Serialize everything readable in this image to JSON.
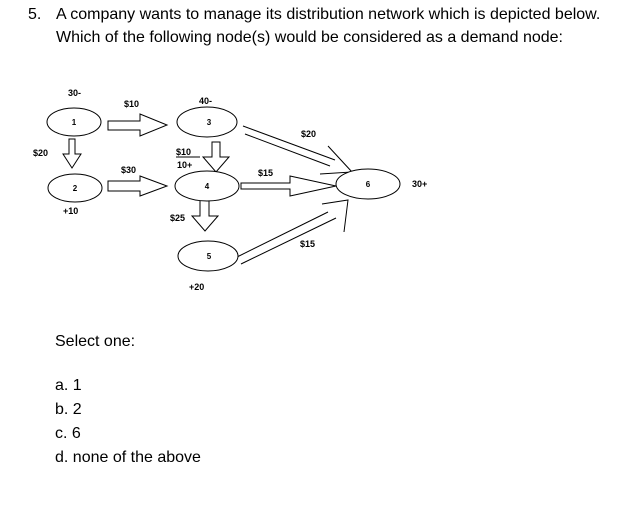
{
  "question": {
    "number": "5.",
    "line1": "A company wants to manage its distribution network which is depicted below.",
    "line2": "Which of the following node(s) would be considered as a demand node:"
  },
  "diagram": {
    "nodes": [
      {
        "id": "1",
        "label": "1",
        "supply": "30-"
      },
      {
        "id": "2",
        "label": "2",
        "supply": "+10"
      },
      {
        "id": "3",
        "label": "3",
        "supply": "40-"
      },
      {
        "id": "4",
        "label": "4",
        "supply": "10+"
      },
      {
        "id": "5",
        "label": "5",
        "supply": "+20"
      },
      {
        "id": "6",
        "label": "6",
        "supply": "30+"
      }
    ],
    "edges": [
      {
        "from": "1",
        "to": "3",
        "cost": "$10"
      },
      {
        "from": "1",
        "to": "2",
        "cost": "$20"
      },
      {
        "from": "2",
        "to": "4",
        "cost": "$30"
      },
      {
        "from": "3",
        "to": "4",
        "cost": "$10"
      },
      {
        "from": "3",
        "to": "6",
        "cost": "$20"
      },
      {
        "from": "4",
        "to": "6",
        "cost": "$15"
      },
      {
        "from": "4",
        "to": "5",
        "cost": "$25"
      },
      {
        "from": "5",
        "to": "6",
        "cost": "$15"
      }
    ]
  },
  "prompt": "Select one:",
  "options": [
    {
      "letter": "a.",
      "text": "1"
    },
    {
      "letter": "b.",
      "text": "2"
    },
    {
      "letter": "c.",
      "text": "6"
    },
    {
      "letter": "d.",
      "text": "none of the above"
    }
  ]
}
